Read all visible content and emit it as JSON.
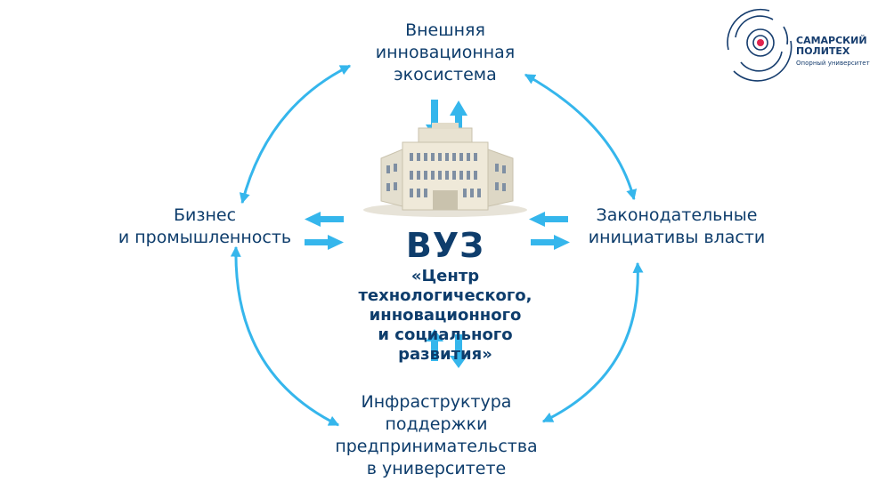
{
  "nodes": {
    "top": "Внешняя\nинновационная\nэкосистема",
    "left": "Бизнес\nи промышленность",
    "right": "Законодательные\nинициативы власти",
    "bottom": "Инфраструктура\nподдержки\nпредпринимательства\nв университете"
  },
  "center": {
    "title": "ВУЗ",
    "subtitle": "«Центр\nтехнологического,\nинновационного\nи социального\nразвития»"
  },
  "logo": {
    "name": "САМАРСКИЙ\nПОЛИТЕХ",
    "tagline": "Опорный университет"
  },
  "colors": {
    "arrow": "#35b6ec",
    "text": "#0e3d6c",
    "logo_dot": "#e0234e"
  },
  "icons": {
    "building": "university-building-icon",
    "logo": "samara-polytech-logo-icon"
  }
}
